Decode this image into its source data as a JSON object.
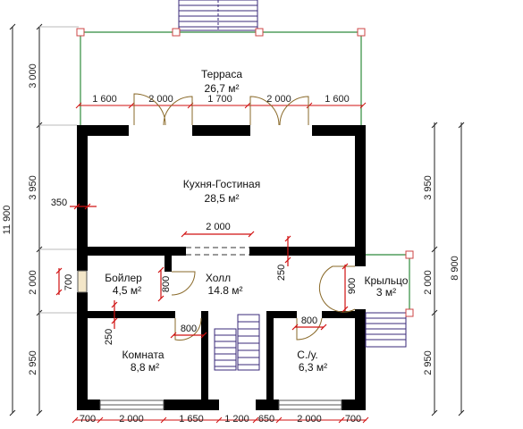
{
  "rooms": {
    "terrace": {
      "name": "Терраса",
      "area": "26,7 м²"
    },
    "kitchen": {
      "name": "Кухня-Гостиная",
      "area": "28,5 м²"
    },
    "boiler": {
      "name": "Бойлер",
      "area": "4,5 м²"
    },
    "hall": {
      "name": "Холл",
      "area": "14.8 м²"
    },
    "porch": {
      "name": "Крыльцо",
      "area": "3 м²"
    },
    "room": {
      "name": "Комната",
      "area": "8,8 м²"
    },
    "wc": {
      "name": "С./у.",
      "area": "6,3 м²"
    }
  },
  "dims": {
    "top": [
      "1 600",
      "2 000",
      "1 700",
      "2 000",
      "1 600"
    ],
    "bottom": [
      "700",
      "2 000",
      "1 650",
      "1 200",
      "650",
      "2 000",
      "700"
    ],
    "left_overall": "11 900",
    "left_parts": [
      "3 000",
      "3 950",
      "2 000",
      "2 950"
    ],
    "right_overall": "8 900",
    "right_parts": [
      "3 950",
      "2 000",
      "2 950"
    ],
    "wall": "350",
    "kitchen_opening": "2 000",
    "small": {
      "boiler_window": "700",
      "boiler_door": "800",
      "hall_250": "250",
      "porch_door": "900",
      "room_250": "250",
      "room_door": "800",
      "wc_door": "800"
    }
  },
  "colors": {
    "wall": "#000000",
    "dim_red": "#d01010",
    "terrace_green": "#2e8b3c",
    "stairs": "#3a2a7a"
  }
}
